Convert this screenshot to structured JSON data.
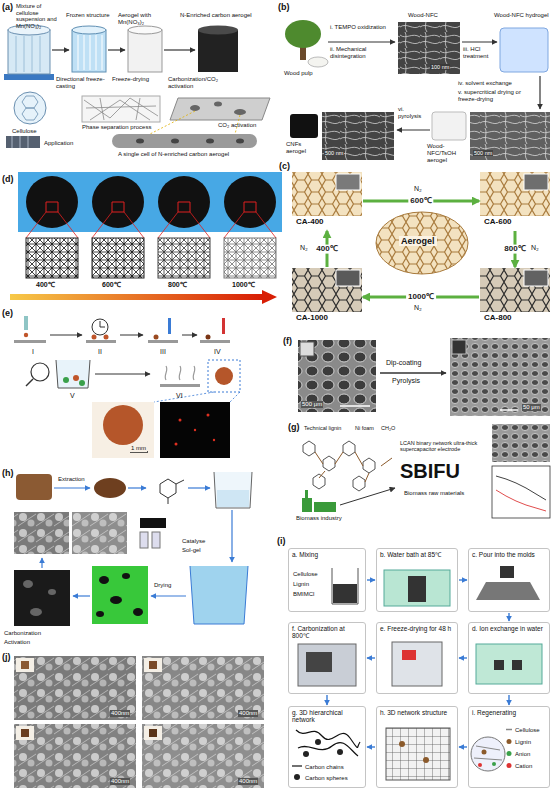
{
  "diagram": {
    "nodes": [
      {
        "text": [
          "CA-400"
        ]
      },
      {
        "text": [
          "CA-600"
        ]
      },
      {
        "text": [
          "Aerogel"
        ]
      },
      {
        "text": [
          "CA-1000"
        ]
      },
      {
        "text": [
          "CA-800"
        ]
      },
      {
        "text": [
          "a. Mixing",
          "Cellulose",
          "Lignin",
          "BMIMCl"
        ]
      },
      {
        "text": [
          "b. Water bath at 85℃"
        ]
      },
      {
        "text": [
          "c. Pour into the molds"
        ]
      },
      {
        "text": [
          "f. Carbonization at 800℃"
        ]
      },
      {
        "text": [
          "e. Freeze-drying for 48 h"
        ]
      },
      {
        "text": [
          "d. Ion exchange in water"
        ]
      },
      {
        "text": [
          "g. 3D hierarchical network",
          "Carbon chains",
          "Carbon spheres"
        ]
      },
      {
        "text": [
          "h. 3D network structure"
        ]
      },
      {
        "text": [
          "i. Regenerating",
          "Cellulose",
          "Lignin",
          "Anion",
          "Cation"
        ]
      }
    ],
    "edges": [
      {
        "from": 0,
        "to": 1,
        "arrow": "to",
        "label": "600℃"
      },
      {
        "from": 1,
        "to": 4,
        "arrow": "to",
        "label": "800℃"
      },
      {
        "from": 4,
        "to": 3,
        "arrow": "to",
        "label": "1000℃"
      },
      {
        "from": 3,
        "to": 0,
        "arrow": "to",
        "label": "400℃"
      },
      {
        "from": 5,
        "to": 6,
        "arrow": "to"
      },
      {
        "from": 6,
        "to": 7,
        "arrow": "to"
      },
      {
        "from": 7,
        "to": 10,
        "arrow": "to"
      },
      {
        "from": 10,
        "to": 9,
        "arrow": "to"
      },
      {
        "from": 9,
        "to": 8,
        "arrow": "to"
      },
      {
        "from": 8,
        "to": 11,
        "arrow": "to"
      },
      {
        "from": 10,
        "to": 13,
        "arrow": "to"
      },
      {
        "from": 13,
        "to": 12,
        "arrow": "to"
      },
      {
        "from": 12,
        "to": 11,
        "arrow": "to"
      }
    ],
    "labels": [
      "(a)",
      "Mixture of cellulose suspension and Mn(NO₃)₂",
      "Frozen structure",
      "Aerogel with Mn(NO₃)₂",
      "N-Enriched carbon aerogel",
      "Directional freeze-casting",
      "Freeze-drying",
      "Carbonization/CO₂ activation",
      "Cellulose",
      "Phase separation process",
      "CO₂ activation",
      "A single cell of N-enriched carbon aerogel",
      "Application",
      "(b)",
      "Wood pulp",
      "i. TEMPO oxidization",
      "ii. Mechanical disintegration",
      "Wood-NFC",
      "100 nm",
      "iii. HCl treatment",
      "Wood-NFC hydrogel",
      "iv. solvent exchange",
      "v. supercritical drying or freeze-drying",
      "vi. pyrolysis",
      "CNFs aerogel",
      "500 nm",
      "Wood-NFC/TsOH aerogel",
      "500 nm",
      "(c)",
      "N₂",
      "N₂",
      "N₂",
      "N₂",
      "(d)",
      "400℃",
      "600℃",
      "800℃",
      "1000℃",
      "(e)",
      "I",
      "II",
      "III",
      "IV",
      "V",
      "VI",
      "1 mm",
      "(f)",
      "500 μm",
      "Dip-coating",
      "Pyrolysis",
      "50 μm",
      "(g)",
      "Technical lignin",
      "Ni foam",
      "CH₂O",
      "LCAN binary network ultra-thick supercapacitor electrode",
      "SBIFU",
      "Biomass raw materials",
      "Biomass industry",
      "(h)",
      "Extraction",
      "Catalyse",
      "Sol-gel",
      "Drying",
      "Carbonization",
      "Activation",
      "(i)",
      "(j)",
      "400nm",
      "400nm",
      "400nm",
      "400nm"
    ]
  }
}
